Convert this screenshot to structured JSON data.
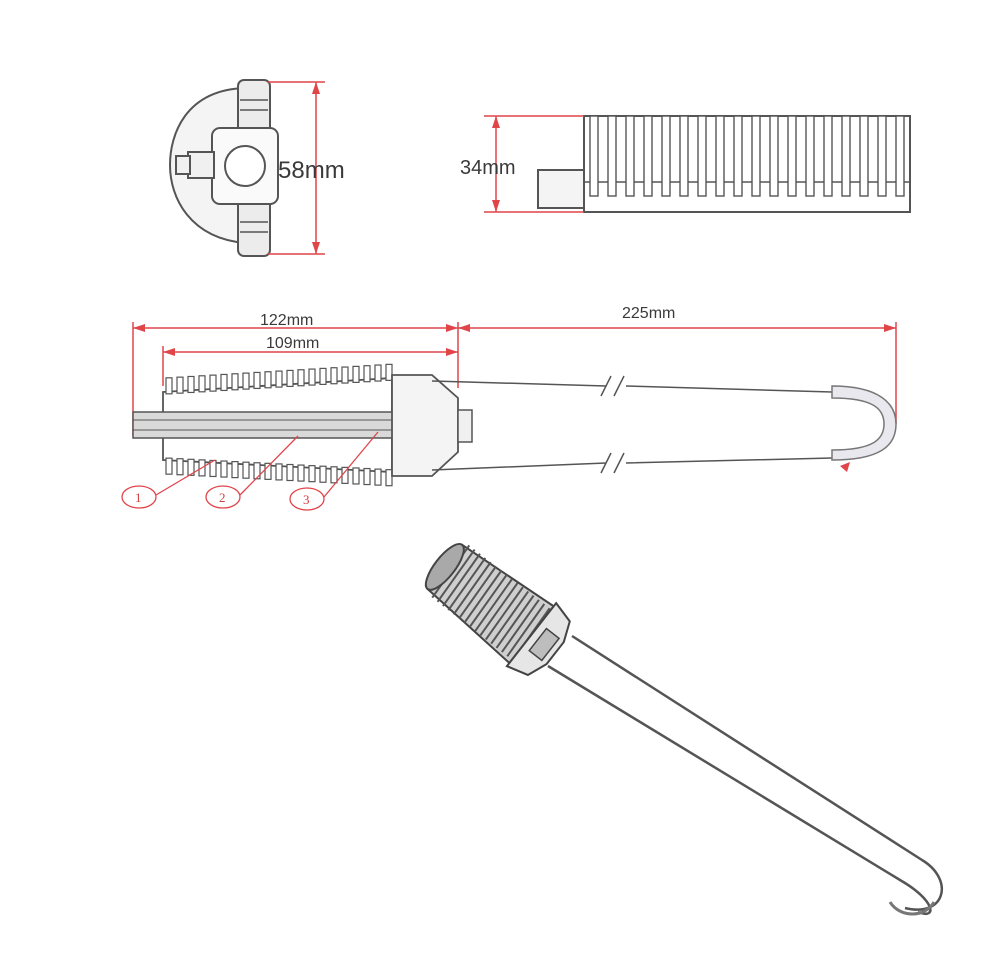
{
  "colors": {
    "dimension": "#e0454a",
    "outline": "#555555",
    "fill_light": "#f4f4f4",
    "fill_mid": "#d9d9d9",
    "hook": "#e8e8ee",
    "text": "#3a3a3a"
  },
  "dimensions": {
    "height_end_view": "58mm",
    "height_side_view": "34mm",
    "body_length": "122mm",
    "wedge_length": "109mm",
    "bail_length": "225mm"
  },
  "callouts": [
    "1",
    "2",
    "3"
  ]
}
